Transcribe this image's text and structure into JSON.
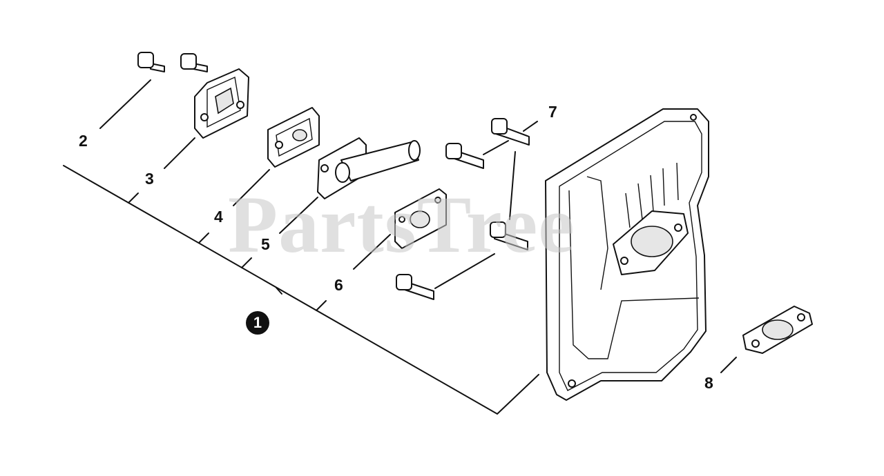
{
  "watermark": "PartsTree",
  "assembly_marker": "1",
  "callouts": {
    "c2": "2",
    "c3": "3",
    "c4": "4",
    "c5": "5",
    "c6": "6",
    "c7": "7",
    "c8": "8"
  }
}
